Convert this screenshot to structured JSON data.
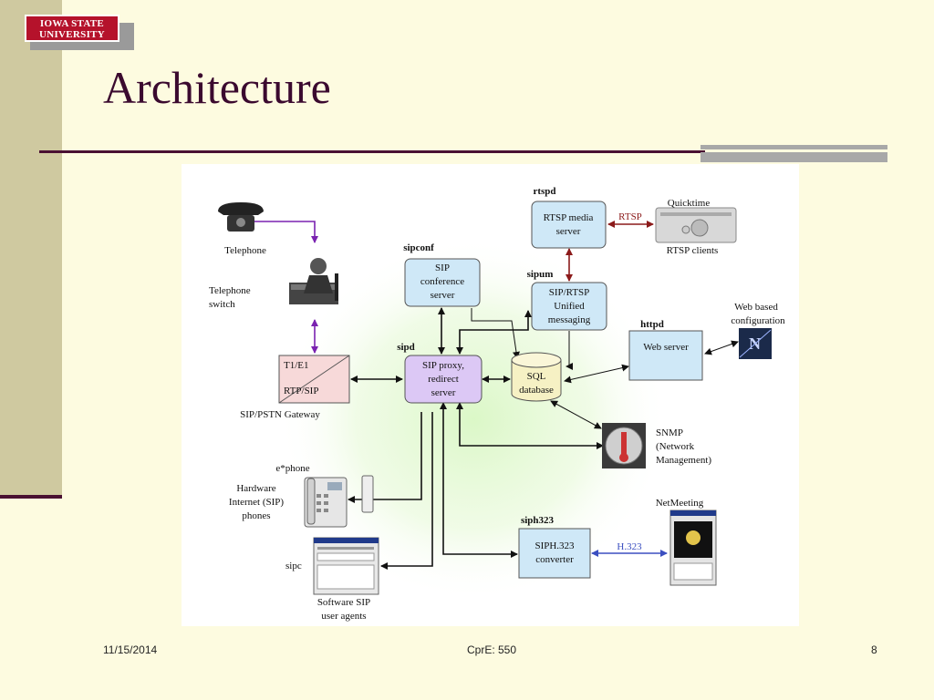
{
  "header": {
    "logo_line1": "IOWA STATE",
    "logo_line2": "UNIVERSITY",
    "title": "Architecture"
  },
  "diagram": {
    "process_labels": {
      "rtspd": "rtspd",
      "sipconf": "sipconf",
      "sipum": "sipum",
      "httpd": "httpd",
      "sipd": "sipd",
      "siph323": "siph323"
    },
    "boxes": {
      "rtsp_server": [
        "RTSP media",
        "server"
      ],
      "conference": [
        "SIP",
        "conference",
        "server"
      ],
      "unified": [
        "SIP/RTSP",
        "Unified",
        "messaging"
      ],
      "web_server": [
        "Web server"
      ],
      "proxy": [
        "SIP proxy,",
        "redirect",
        "server"
      ],
      "sql": [
        "SQL",
        "database"
      ],
      "gateway_top": "T1/E1",
      "gateway_bottom": "RTP/SIP",
      "h323_converter": [
        "SIPH.323",
        "converter"
      ]
    },
    "labels": {
      "telephone": "Telephone",
      "telephone_switch": [
        "Telephone",
        "switch"
      ],
      "gateway": "SIP/PSTN Gateway",
      "ephone": "e*phone",
      "hardware_phones": [
        "Hardware",
        "Internet (SIP)",
        "phones"
      ],
      "sipc": "sipc",
      "software_agents": [
        "Software SIP",
        "user agents"
      ],
      "quicktime": "Quicktime",
      "rtsp_clients": "RTSP clients",
      "web_config": [
        "Web based",
        "configuration"
      ],
      "snmp": [
        "SNMP",
        "(Network",
        "Management)"
      ],
      "netmeeting": "NetMeeting",
      "rtsp_link": "RTSP",
      "h323_link": "H.323"
    }
  },
  "footer": {
    "date": "11/15/2014",
    "course": "CprE: 550",
    "page": "8"
  },
  "colors": {
    "title": "#3b0a2f",
    "accent_bar": "#cfc9a0",
    "rule": "#4a1032",
    "box_blue": "#cfe8f7",
    "box_purple": "#dcc8f5",
    "box_pink": "#f7d9d9",
    "sql_yellow": "#f6f1c4",
    "arrow_purple": "#7a22b0",
    "arrow_red": "#8b1a1a",
    "arrow_blue": "#3b4fc0"
  }
}
